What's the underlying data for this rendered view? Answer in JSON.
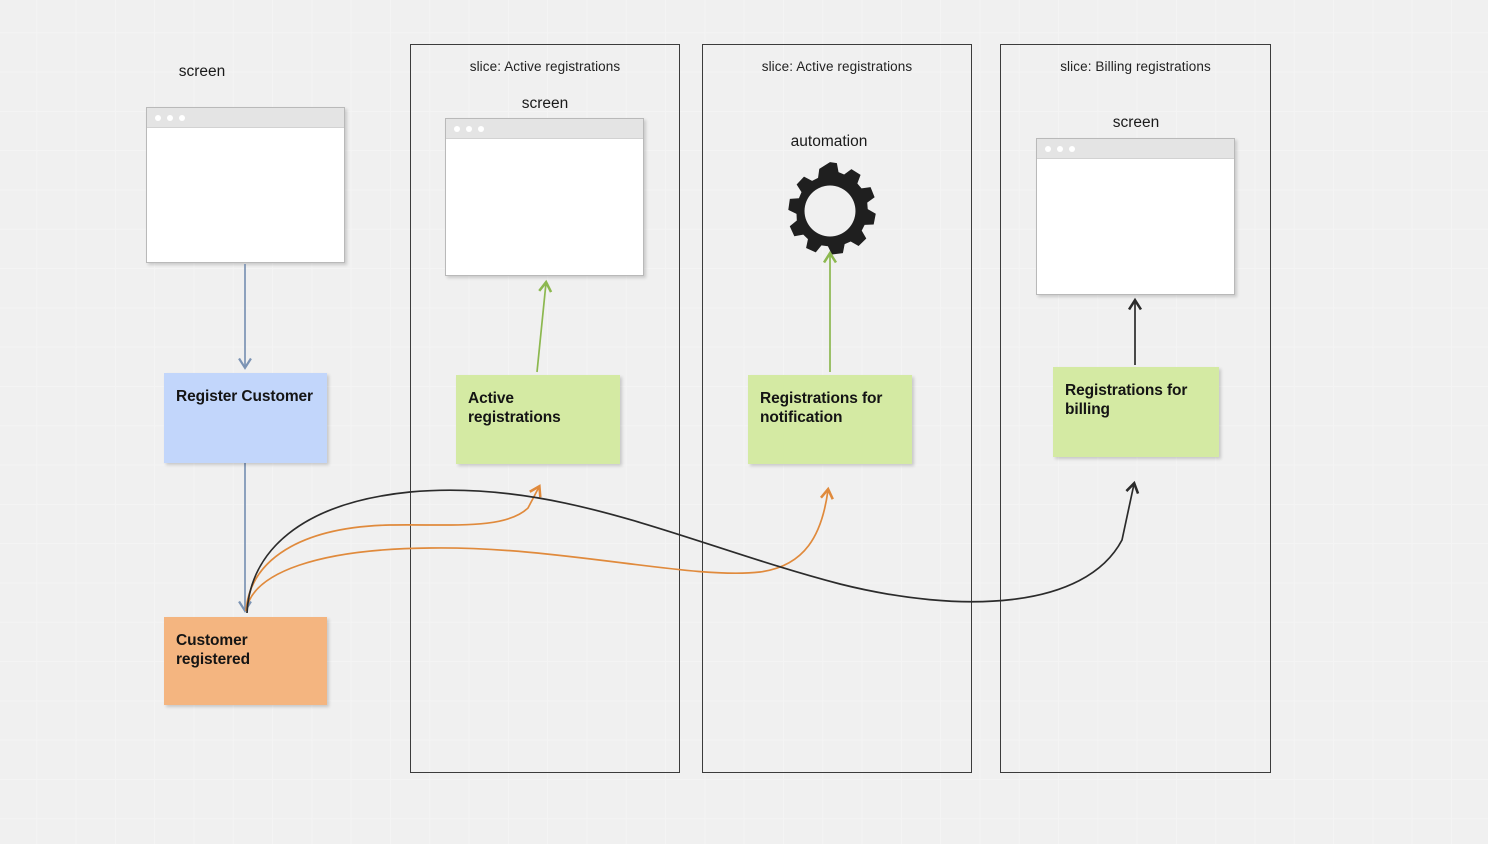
{
  "board": {
    "background_color": "#f0f0f0",
    "grid_color": "#f4f4f4"
  },
  "colors": {
    "command": "#c2d6fb",
    "read_model": "#d4eaa3",
    "event": "#f4b580",
    "slice_border": "#3c3c3c",
    "arrow_blue": "#7b93b4",
    "arrow_green": "#8cb84f",
    "arrow_orange": "#e08a3c",
    "arrow_black": "#2b2b2b"
  },
  "columns": [
    {
      "id": "trigger",
      "caption": "screen",
      "notes": [
        {
          "id": "register-customer",
          "kind": "command",
          "label": "Register Customer"
        },
        {
          "id": "customer-registered",
          "kind": "event",
          "label": "Customer registered"
        }
      ]
    },
    {
      "id": "slice-active-registrations-screen",
      "slice_label": "slice: Active registrations",
      "caption": "screen",
      "notes": [
        {
          "id": "active-registrations",
          "kind": "read_model",
          "label": "Active registrations"
        }
      ]
    },
    {
      "id": "slice-active-registrations-automation",
      "slice_label": "slice: Active registrations",
      "caption": "automation",
      "notes": [
        {
          "id": "registrations-for-notification",
          "kind": "read_model",
          "label": "Registrations for notification"
        }
      ]
    },
    {
      "id": "slice-billing-registrations",
      "slice_label": "slice: Billing registrations",
      "caption": "screen",
      "notes": [
        {
          "id": "registrations-for-billing",
          "kind": "read_model",
          "label": "Registrations for billing"
        }
      ]
    }
  ],
  "captions": {
    "screen_1": "screen",
    "screen_2": "screen",
    "automation": "automation",
    "screen_3": "screen"
  },
  "slice_labels": {
    "slice_1": "slice: Active registrations",
    "slice_2": "slice: Active registrations",
    "slice_3": "slice: Billing registrations"
  },
  "notes": {
    "register_customer": "Register Customer",
    "customer_registered": "Customer registered",
    "active_registrations": "Active registrations",
    "registrations_for_notification": "Registrations for notification",
    "registrations_for_billing": "Registrations for billing"
  },
  "icons": {
    "gear": "gear-icon",
    "browser_dots": [
      "browser-dot",
      "browser-dot",
      "browser-dot"
    ]
  },
  "flows": [
    {
      "from": "screen_1",
      "to": "register_customer",
      "color": "#7b93b4",
      "style": "straight"
    },
    {
      "from": "register_customer",
      "to": "customer_registered",
      "color": "#7b93b4",
      "style": "straight"
    },
    {
      "from": "customer_registered",
      "to": "active_registrations",
      "color": "#e08a3c",
      "style": "curved"
    },
    {
      "from": "customer_registered",
      "to": "registrations_for_notification",
      "color": "#e08a3c",
      "style": "curved"
    },
    {
      "from": "customer_registered",
      "to": "registrations_for_billing",
      "color": "#2b2b2b",
      "style": "curved"
    },
    {
      "from": "active_registrations",
      "to": "screen_2",
      "color": "#8cb84f",
      "style": "straight"
    },
    {
      "from": "registrations_for_notification",
      "to": "automation",
      "color": "#8cb84f",
      "style": "straight"
    },
    {
      "from": "registrations_for_billing",
      "to": "screen_3",
      "color": "#2b2b2b",
      "style": "straight"
    }
  ]
}
